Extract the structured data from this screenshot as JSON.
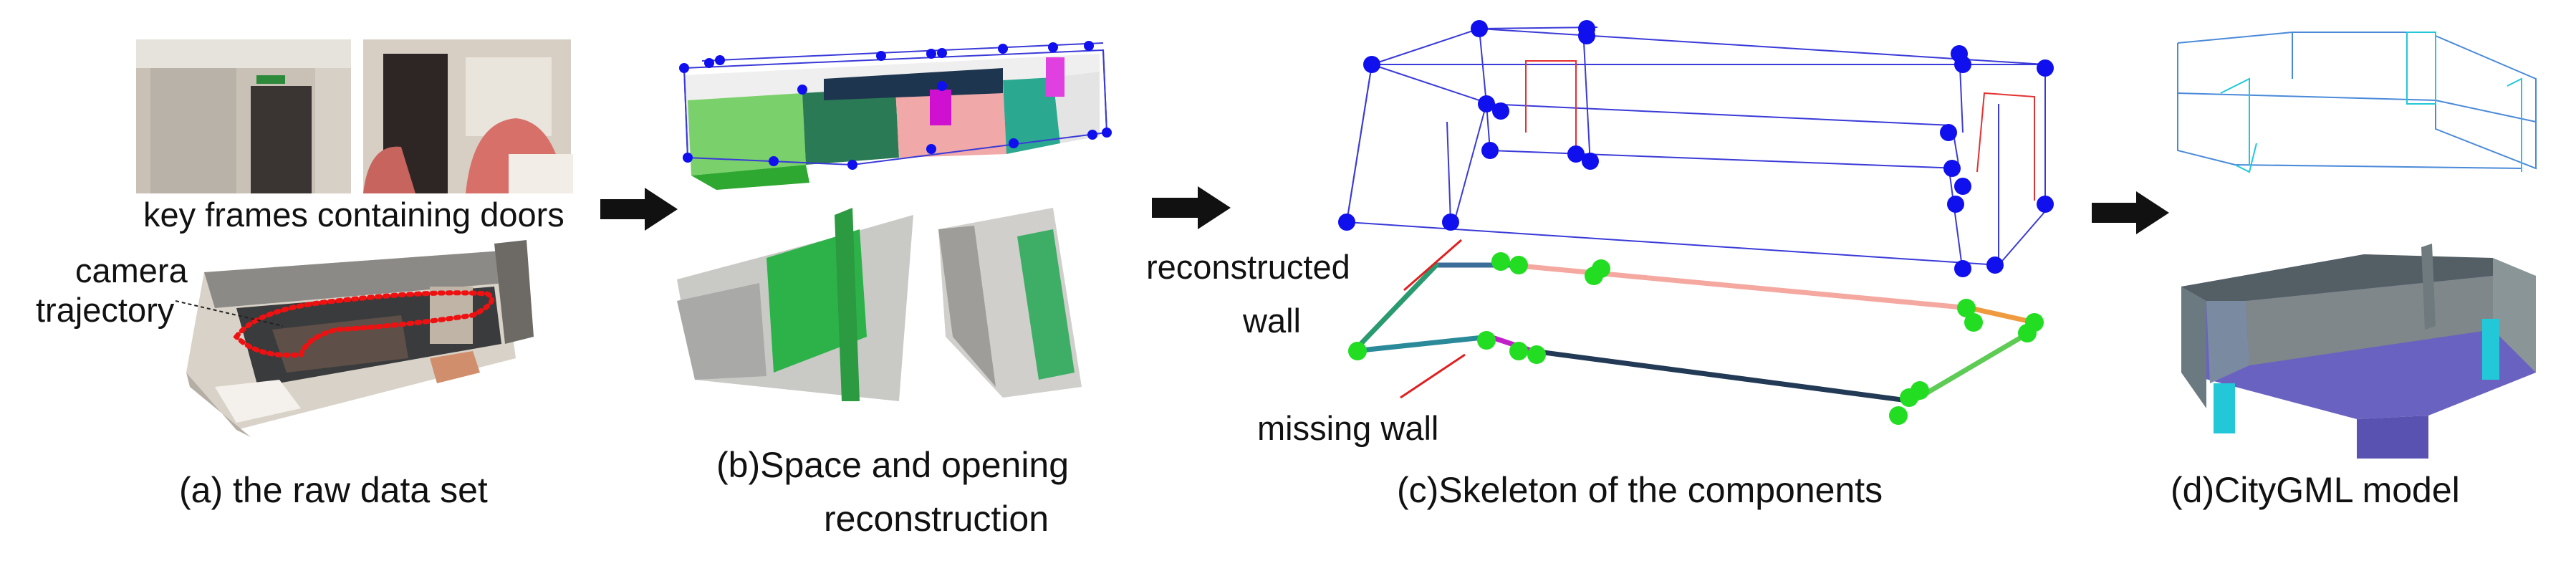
{
  "panels": {
    "a": {
      "caption": "(a) the raw data set",
      "key_frames_label": "key frames containing doors",
      "camera_label_line1": "camera",
      "camera_label_line2": "trajectory"
    },
    "b": {
      "caption_line1": "(b)Space and opening",
      "caption_line2": "reconstruction"
    },
    "c": {
      "caption": "(c)Skeleton of the components",
      "reconstructed_line1": "reconstructed",
      "reconstructed_line2": "wall",
      "missing_label": "missing wall"
    },
    "d": {
      "caption": "(d)CityGML model"
    }
  },
  "colors": {
    "arrow": "#111111",
    "skeleton_edge": "#3a3ad8",
    "joint_node": "#1010ee",
    "wall_node": "#22dd22",
    "reconstructed_wall": "#f4a8a0",
    "pointer_line": "#e02020",
    "camera_path": "#ee1111",
    "model_wall": "#6a7a80",
    "model_floor": "#6a62c0",
    "model_opening": "#22c8d8"
  }
}
